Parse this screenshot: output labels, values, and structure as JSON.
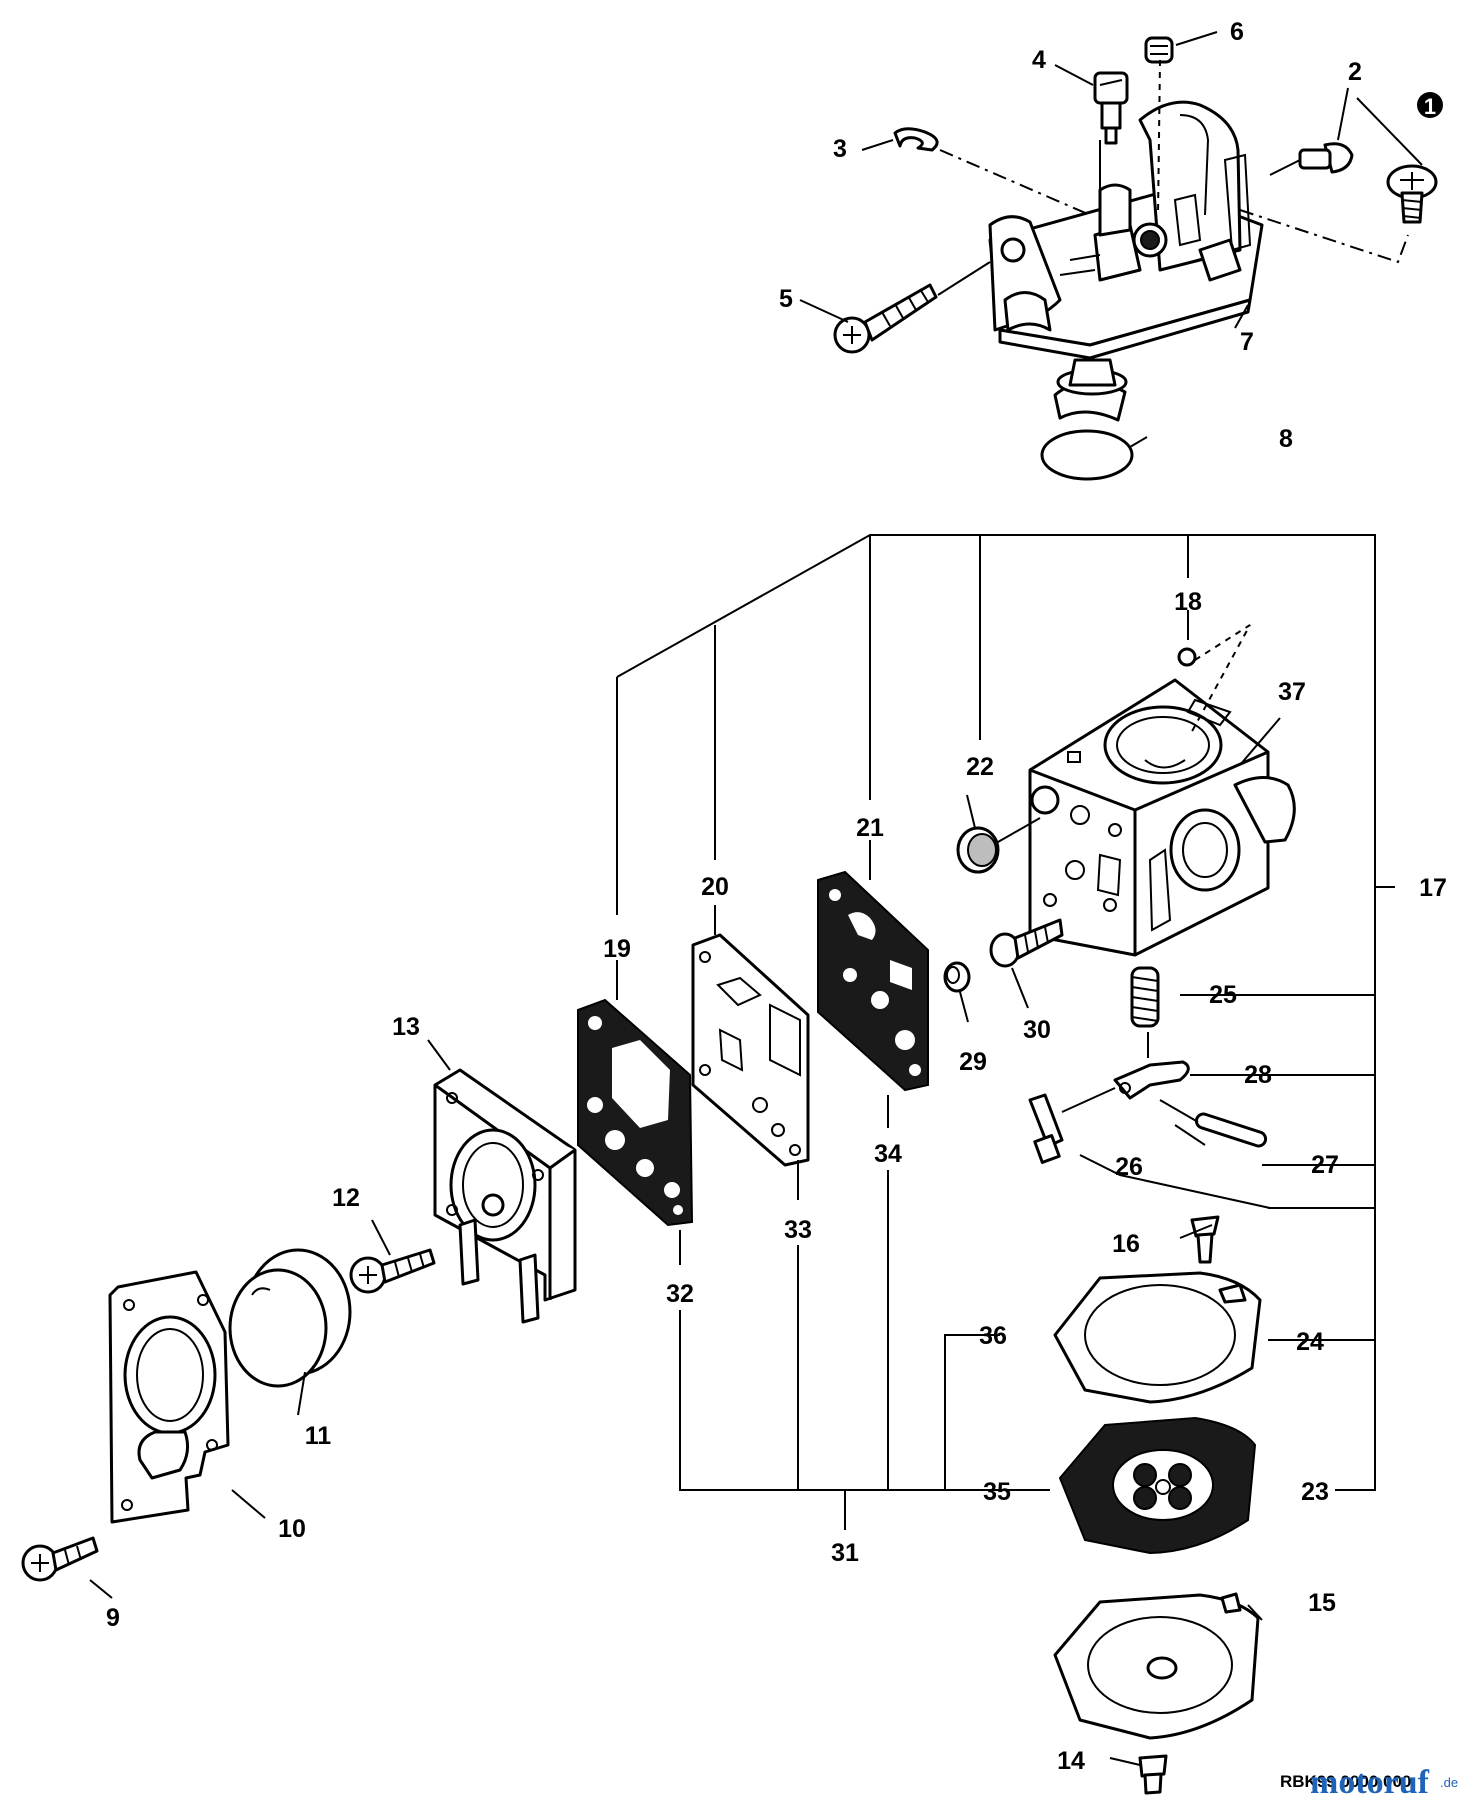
{
  "callouts": {
    "c1": "1",
    "c2": "2",
    "c3": "3",
    "c4": "4",
    "c5": "5",
    "c6": "6",
    "c7": "7",
    "c8": "8",
    "c9": "9",
    "c10": "10",
    "c11": "11",
    "c12": "12",
    "c13": "13",
    "c14": "14",
    "c15": "15",
    "c16": "16",
    "c17": "17",
    "c18": "18",
    "c19": "19",
    "c20": "20",
    "c21": "21",
    "c22": "22",
    "c23": "23",
    "c24": "24",
    "c25": "25",
    "c26": "26",
    "c27": "27",
    "c28": "28",
    "c29": "29",
    "c30": "30",
    "c31": "31",
    "c32": "32",
    "c33": "33",
    "c34": "34",
    "c35": "35",
    "c36": "36",
    "c37": "37"
  },
  "diagram_code": "RBK99 0000 000",
  "watermark": {
    "brand": "motoruf",
    "suffix": ".de"
  },
  "colors": {
    "line": "#000000",
    "background": "#ffffff",
    "watermark": "#1f63b8"
  }
}
